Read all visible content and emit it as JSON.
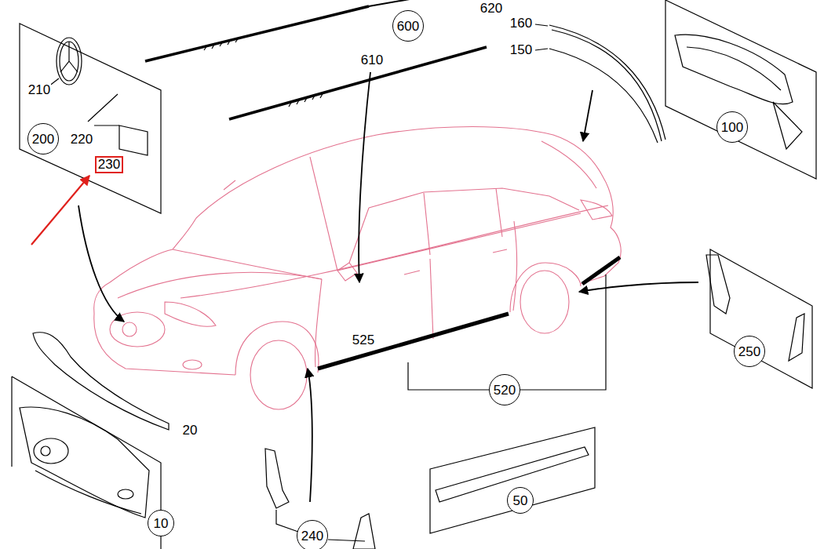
{
  "diagram": {
    "nodes": [
      {
        "text": [
          "600"
        ]
      },
      {
        "text": [
          "100"
        ]
      },
      {
        "text": [
          "200"
        ]
      },
      {
        "text": [
          "250"
        ]
      },
      {
        "text": [
          "520"
        ]
      },
      {
        "text": [
          "50"
        ]
      },
      {
        "text": [
          "10"
        ]
      },
      {
        "text": [
          "240"
        ]
      }
    ],
    "labels": [
      "620",
      "160",
      "150",
      "610",
      "210",
      "220",
      "230",
      "525",
      "20"
    ]
  }
}
